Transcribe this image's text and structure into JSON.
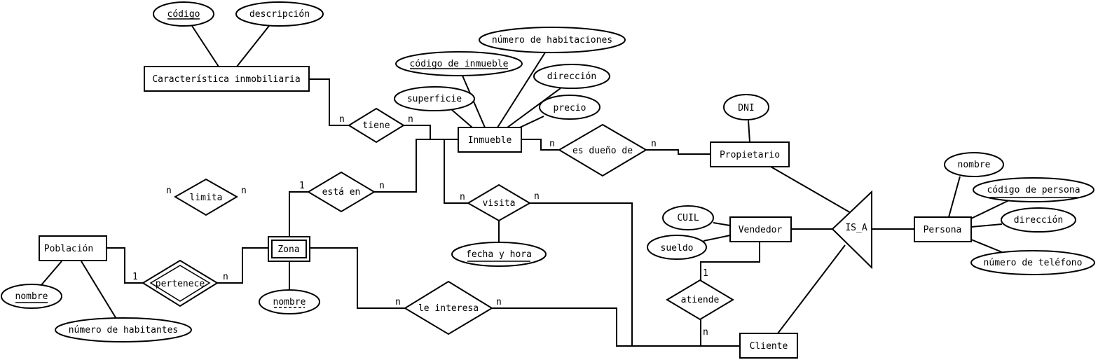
{
  "entities": {
    "caracteristica": "Característica inmobiliaria",
    "inmueble": "Inmueble",
    "propietario": "Propietario",
    "vendedor": "Vendedor",
    "persona": "Persona",
    "cliente": "Cliente",
    "poblacion": "Población",
    "zona": "Zona"
  },
  "attributes": {
    "codigo": "código",
    "descripcion": "descripción",
    "numero_habitaciones": "número de habitaciones",
    "codigo_inmueble": "código de inmueble",
    "direccion_inmueble": "dirección",
    "superficie": "superficie",
    "precio": "precio",
    "dni": "DNI",
    "persona_nombre": "nombre",
    "codigo_persona": "código de persona",
    "persona_direccion": "dirección",
    "numero_telefono": "número de teléfono",
    "cuil": "CUIL",
    "sueldo": "sueldo",
    "fecha_hora": "fecha y hora",
    "poblacion_nombre": "nombre",
    "numero_habitantes": "número de habitantes",
    "zona_nombre": "nombre"
  },
  "relationships": {
    "tiene": "tiene",
    "es_dueno": "es dueño de",
    "esta_en": "está en",
    "visita": "visita",
    "limita": "limita",
    "pertenece": "pertenece",
    "le_interesa": "le interesa",
    "atiende": "atiende",
    "is_a": "IS_A"
  },
  "cardinalities": {
    "tiene_left": "n",
    "tiene_right": "n",
    "dueno_left": "n",
    "dueno_right": "n",
    "esta_en_left": "1",
    "esta_en_right": "n",
    "visita_left": "n",
    "visita_right": "n",
    "limita_left": "n",
    "limita_right": "n",
    "pertenece_left": "1",
    "pertenece_right": "n",
    "interesa_left": "n",
    "interesa_right": "n",
    "atiende_top": "1",
    "atiende_bottom": "n"
  }
}
